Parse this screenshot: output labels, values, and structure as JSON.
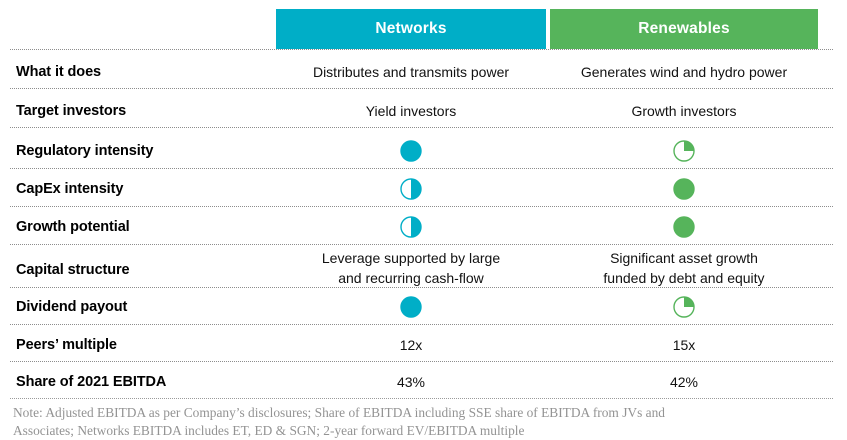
{
  "colors": {
    "networks_accent": "#00AEC7",
    "renewables_accent": "#56B45B",
    "header_text": "#FFFFFF",
    "label_text": "#000000",
    "value_text": "#111111",
    "divider": "#8D8D8D",
    "footnote_text": "#939393",
    "background": "#FFFFFF"
  },
  "header": {
    "label_column": "",
    "columns": [
      {
        "label": "Networks",
        "accent": "#00AEC7"
      },
      {
        "label": "Renewables",
        "accent": "#56B45B"
      }
    ]
  },
  "rows": [
    {
      "label": "What it does",
      "type": "text",
      "networks": "Distributes and transmits power",
      "renewables": "Generates wind and hydro power"
    },
    {
      "label": "Target investors",
      "type": "text",
      "networks": "Yield investors",
      "renewables": "Growth investors"
    },
    {
      "label": "Regulatory intensity",
      "type": "rating",
      "networks_fill": "full",
      "networks_fill_value": 1.0,
      "renewables_fill": "quarter",
      "renewables_fill_value": 0.25
    },
    {
      "label": "CapEx intensity",
      "type": "rating",
      "networks_fill": "half",
      "networks_fill_value": 0.5,
      "renewables_fill": "full",
      "renewables_fill_value": 1.0
    },
    {
      "label": "Growth potential",
      "type": "rating",
      "networks_fill": "half",
      "networks_fill_value": 0.5,
      "renewables_fill": "full",
      "renewables_fill_value": 1.0
    },
    {
      "label": "Capital structure",
      "type": "text",
      "networks": "Leverage supported by large\nand recurring cash-flow",
      "renewables": "Significant asset growth\nfunded by debt and equity"
    },
    {
      "label": "Dividend payout",
      "type": "rating",
      "networks_fill": "full",
      "networks_fill_value": 1.0,
      "renewables_fill": "quarter",
      "renewables_fill_value": 0.25
    },
    {
      "label": "Peers’ multiple",
      "type": "text",
      "networks": "12x",
      "renewables": "15x"
    },
    {
      "label": "Share of 2021 EBITDA",
      "type": "text",
      "networks": "43%",
      "renewables": "42%"
    }
  ],
  "footnote": {
    "line1": "Note: Adjusted EBITDA as per Company’s disclosures; Share of EBITDA including SSE share of EBITDA from JVs and",
    "line2": "Associates; Networks EBITDA includes ET, ED & SGN; 2-year forward EV/EBITDA multiple"
  }
}
